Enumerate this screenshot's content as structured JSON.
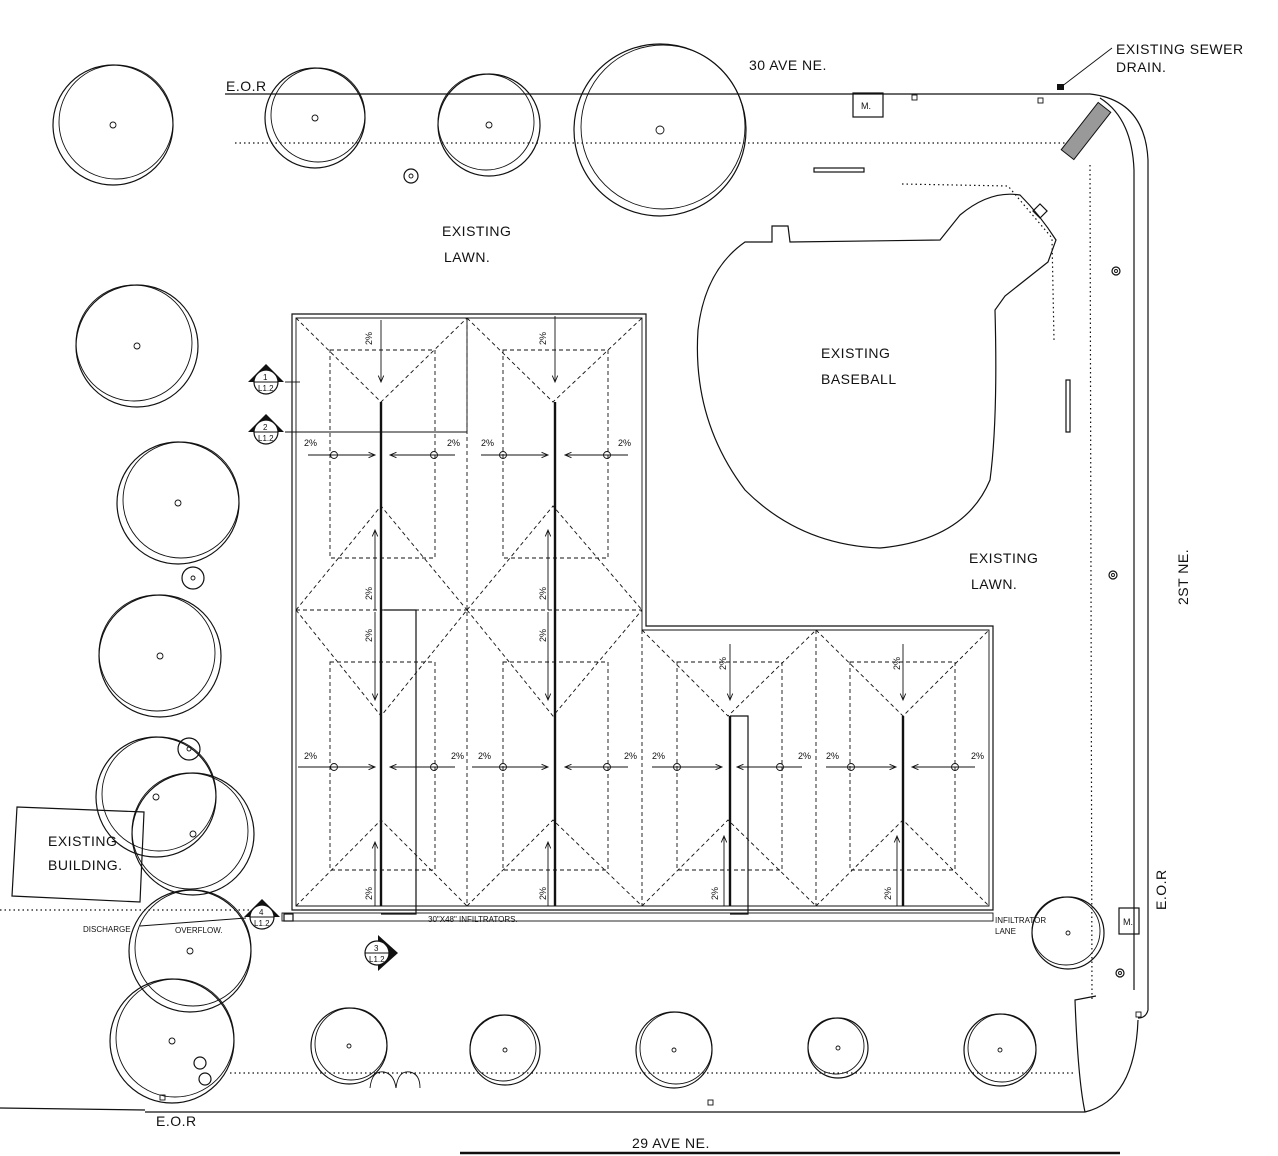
{
  "labels": {
    "street_north": "30 AVE NE.",
    "street_south": "29 AVE NE.",
    "street_east": "2ST NE.",
    "eor_nw": "E.O.R",
    "eor_sw": "E.O.R",
    "eor_e": "E.O.R",
    "sewer_line1": "EXISTING SEWER",
    "sewer_line2": "DRAIN.",
    "lawn_n_line1": "EXISTING",
    "lawn_n_line2": "LAWN.",
    "lawn_e_line1": "EXISTING",
    "lawn_e_line2": "LAWN.",
    "baseball_line1": "EXISTING",
    "baseball_line2": "BASEBALL",
    "building_line1": "EXISTING",
    "building_line2": "BUILDING.",
    "discharge": "DISCHARGE",
    "overflow": "OVERFLOW.",
    "infiltrators": "30\"X48\" INFILTRATORS.",
    "infiltrator_lane_line1": "INFILTRATOR",
    "infiltrator_lane_line2": "LANE",
    "manhole_north": "M.",
    "manhole_east": "M.",
    "slope": "2%"
  },
  "section_markers": [
    {
      "num": "1",
      "sheet": "L1.2"
    },
    {
      "num": "2",
      "sheet": "L1.2"
    },
    {
      "num": "3",
      "sheet": "L1.2"
    },
    {
      "num": "4",
      "sheet": "L1.2"
    }
  ]
}
